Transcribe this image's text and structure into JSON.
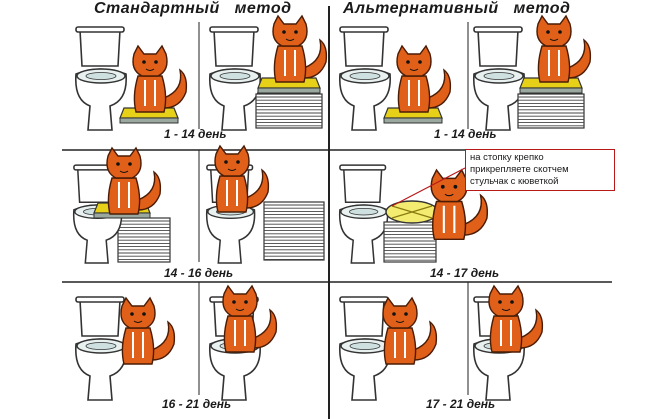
{
  "columns": {
    "standard": {
      "heading": "Стандартный   метод"
    },
    "alternative": {
      "heading": "Альтернативный   метод"
    }
  },
  "rows": [
    {
      "standard_day": "1 - 14 день",
      "alternative_day": "1 - 14 день"
    },
    {
      "standard_day": "14 - 16 день",
      "alternative_day": "14 - 17 день"
    },
    {
      "standard_day": "16 - 21 день",
      "alternative_day": "17 - 21 день"
    }
  ],
  "note": {
    "lines": [
      "на стопку крепко",
      "прикрепляете скотчем",
      "стульчак с кюветкой"
    ]
  },
  "colors": {
    "cat": "#e0601a",
    "cat_outline": "#4a1c05",
    "toilet": "#ffffff",
    "toilet_shade": "#e8f0f0",
    "outline": "#333333",
    "tray": "#e6d018",
    "tray_base": "#9aa8a0",
    "note_border": "#b81818"
  }
}
